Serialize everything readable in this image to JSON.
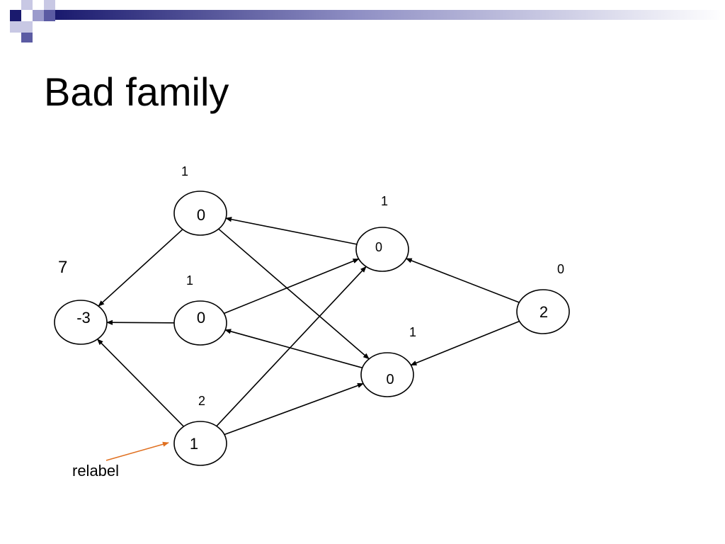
{
  "slide": {
    "title": "Bad family"
  },
  "colors": {
    "header_dark": "#1a1a6e",
    "header_mid": "#5b5ba3",
    "header_light": "#c8c8e4",
    "edge": "#000000",
    "annotation_arrow": "#e07020"
  },
  "graph": {
    "nodes": [
      {
        "id": "sink",
        "value": "-3",
        "label": "7"
      },
      {
        "id": "a",
        "value": "0",
        "label": "1"
      },
      {
        "id": "b",
        "value": "0",
        "label": "1"
      },
      {
        "id": "c",
        "value": "1",
        "label": "2"
      },
      {
        "id": "d",
        "value": "0",
        "label": "1"
      },
      {
        "id": "e",
        "value": "0",
        "label": "1"
      },
      {
        "id": "src",
        "value": "2",
        "label": "0"
      }
    ],
    "edges": [
      {
        "from": "a",
        "to": "sink"
      },
      {
        "from": "b",
        "to": "sink"
      },
      {
        "from": "c",
        "to": "sink"
      },
      {
        "from": "a",
        "to": "e"
      },
      {
        "from": "d",
        "to": "a"
      },
      {
        "from": "b",
        "to": "d"
      },
      {
        "from": "c",
        "to": "d"
      },
      {
        "from": "e",
        "to": "b"
      },
      {
        "from": "c",
        "to": "e"
      },
      {
        "from": "src",
        "to": "d"
      },
      {
        "from": "src",
        "to": "e"
      }
    ]
  },
  "annotation": {
    "text": "relabel"
  }
}
